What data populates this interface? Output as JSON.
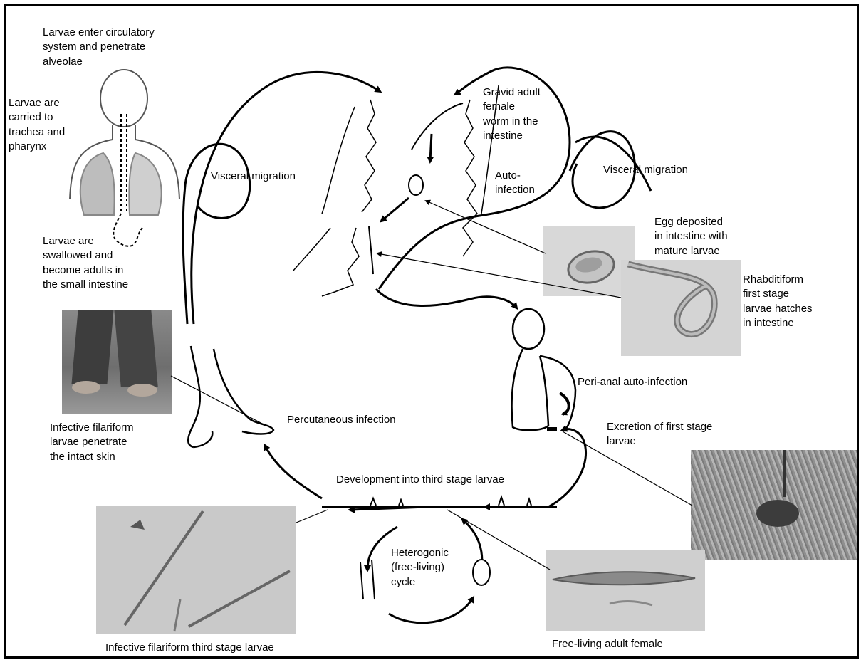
{
  "labels": {
    "circulatory": "Larvae enter circulatory\nsystem and penetrate\nalveolae",
    "trachea": "Larvae are\ncarried to\ntrachea and\npharynx",
    "gravid": "Gravid adult\nfemale\nworm in the\nintestine",
    "visceral_left": "Visceral migration",
    "visceral_right": "Visceral migration",
    "autoinfection": "Auto-\ninfection",
    "swallowed": "Larvae are\nswallowed and\nbecome adults in\nthe small intestine",
    "egg_deposited": "Egg deposited\nin intestine with\nmature larvae",
    "rhabditiform": "Rhabditiform\nfirst stage\nlarvae hatches\nin intestine",
    "perianal": "Peri-anal auto-infection",
    "percutaneous": "Percutaneous infection",
    "penetrate": "Infective filariform\nlarvae penetrate\nthe intact skin",
    "excretion": "Excretion of first stage\nlarvae",
    "development": "Development into third stage larvae",
    "heterogonic": "Heterogonic\n(free-living)\ncycle",
    "infective_third": "Infective filariform third stage larvae",
    "free_living": "Free-living adult female"
  }
}
